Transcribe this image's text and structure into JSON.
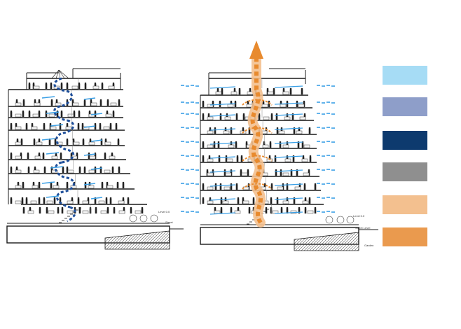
{
  "legend": {
    "swatches": [
      {
        "color": "#a6dcf5"
      },
      {
        "color": "#8e9ec9"
      },
      {
        "color": "#0d3a6e"
      },
      {
        "color": "#8f8f8f"
      },
      {
        "color": "#f3c08f"
      },
      {
        "color": "#ea9a4e"
      }
    ]
  },
  "labels": {
    "left_level": "Level 0.0",
    "left_street": "Street",
    "right_level": "Level 0.0",
    "right_street": "Street Level",
    "garden": "Garden"
  },
  "colors": {
    "line": "#1a1a1a",
    "cool_air": "#3ba0e6",
    "stack_blue": "#1f4f9a",
    "warm_air": "#e88a2e",
    "ground": "#9a9a9a"
  }
}
